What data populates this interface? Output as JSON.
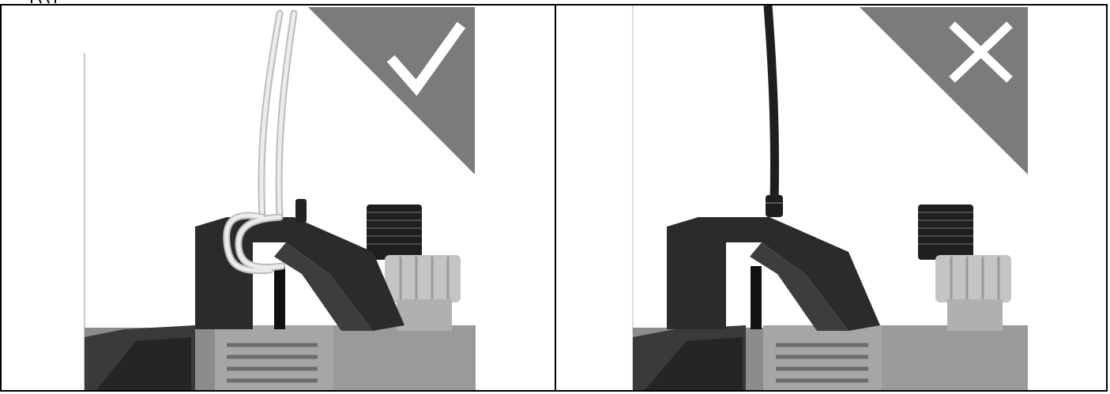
{
  "document": {
    "colors": {
      "badge": "#7b7b7b",
      "pump_dark": "#2a2a2a",
      "pump_mid": "#8a8a8a",
      "pump_light": "#b9b9b9",
      "rope": "#d8d8d8",
      "cable": "#1e1e1e",
      "symbol": "#ffffff"
    },
    "panels": [
      {
        "status": "correct",
        "icon": "check-icon",
        "subject": "rope-loop"
      },
      {
        "status": "incorrect",
        "icon": "cross-icon",
        "subject": "power-cable"
      }
    ]
  }
}
